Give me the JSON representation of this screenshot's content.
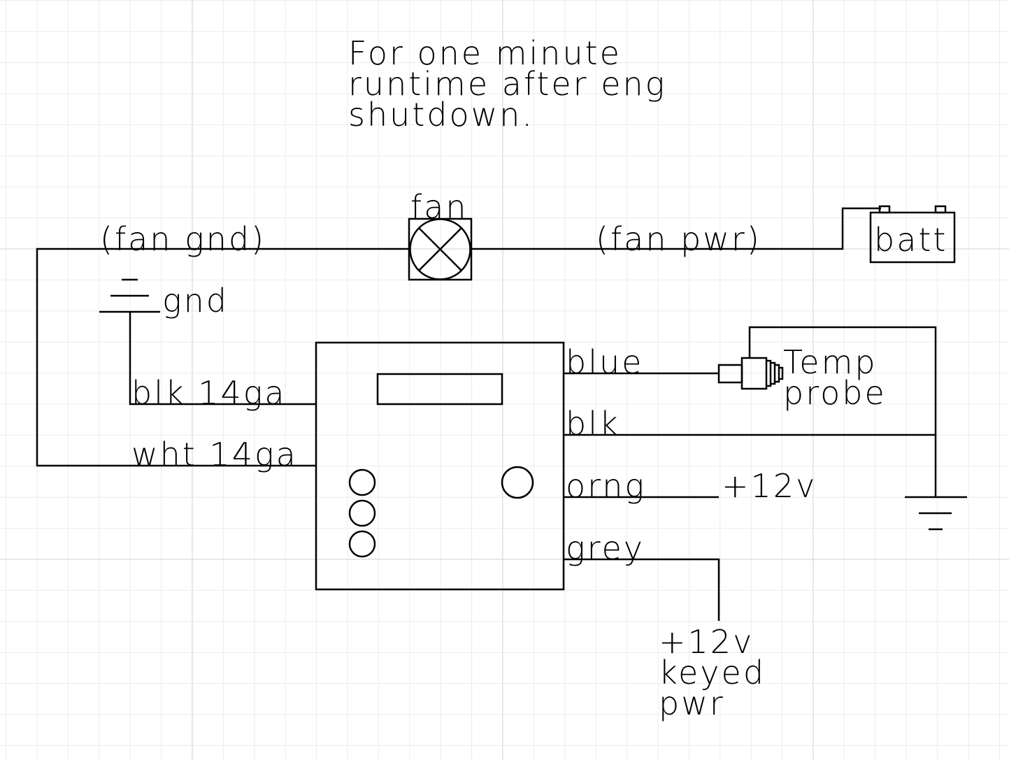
{
  "note": {
    "line1": "For one minute",
    "line2": "runtime after eng",
    "line3": "shutdown."
  },
  "labels": {
    "fan": "fan",
    "fan_gnd": "(fan gnd)",
    "fan_pwr": "(fan pwr)",
    "batt": "batt",
    "gnd": "gnd",
    "blk_14ga": "blk 14ga",
    "wht_14ga": "wht 14ga",
    "blue": "blue",
    "blk": "blk",
    "orng": "orng",
    "grey": "grey",
    "plus12v": "+12v",
    "temp": "Temp",
    "probe": "probe",
    "keyed_line1": "+12v",
    "keyed_line2": "keyed",
    "keyed_line3": "pwr"
  },
  "colors": {
    "background": "#ffffff",
    "ink": "#000000",
    "grid_minor": "#ececec",
    "grid_major": "#d9d9d9"
  }
}
